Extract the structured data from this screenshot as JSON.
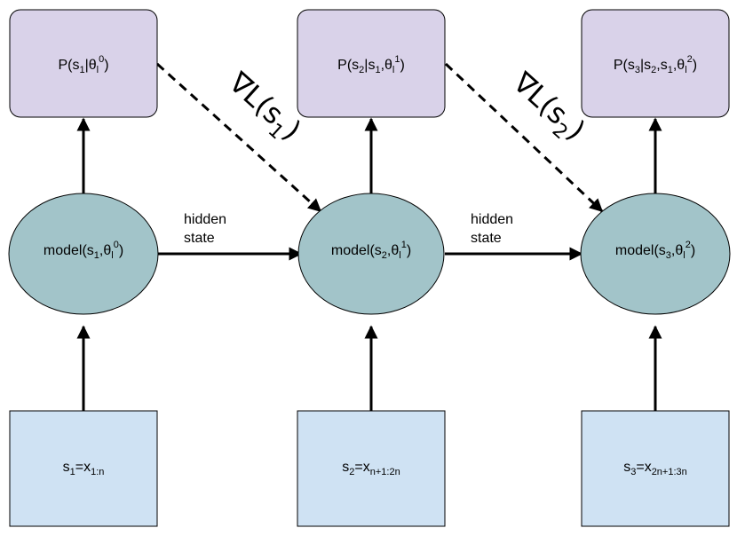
{
  "colors": {
    "output_fill": "#d9d2e9",
    "model_fill": "#a2c4c9",
    "input_fill": "#cfe2f3",
    "stroke": "#000000",
    "edge": "#000000"
  },
  "outputs": [
    {
      "text": "P(s",
      "sub1": "1",
      "mid": "|θ",
      "sub2": "l",
      "sup": "0",
      "end": ")"
    },
    {
      "text": "P(s",
      "sub1": "2",
      "mid": "|s",
      "sub3": "1",
      "mid2": ",θ",
      "sub2": "l",
      "sup": "1",
      "end": ")"
    },
    {
      "text": "P(s",
      "sub1": "3",
      "mid": "|s",
      "sub3": "2",
      "mid2": ",s",
      "sub4": "1",
      "mid3": ",θ",
      "sub2": "l",
      "sup": "2",
      "end": ")"
    }
  ],
  "models": [
    {
      "a": "model(s",
      "sub1": "1",
      "b": ",θ",
      "sub2": "l",
      "sup": "0",
      "c": ")"
    },
    {
      "a": "model(s",
      "sub1": "2",
      "b": ",θ",
      "sub2": "l",
      "sup": "1",
      "c": ")"
    },
    {
      "a": "model(s",
      "sub1": "3",
      "b": ",θ",
      "sub2": "l",
      "sup": "2",
      "c": ")"
    }
  ],
  "inputs": [
    {
      "a": "s",
      "sub1": "1",
      "b": "=x",
      "sub2": "1:n"
    },
    {
      "a": "s",
      "sub1": "2",
      "b": "=x",
      "sub2": "n+1:2n"
    },
    {
      "a": "s",
      "sub1": "3",
      "b": "=x",
      "sub2": "2n+1:3n"
    }
  ],
  "hidden_state": {
    "line1": "hidden",
    "line2": "state"
  },
  "gradients": [
    {
      "a": "∇L(s",
      "sub": "1",
      "b": ")"
    },
    {
      "a": "∇L(s",
      "sub": "2",
      "b": ")"
    }
  ]
}
